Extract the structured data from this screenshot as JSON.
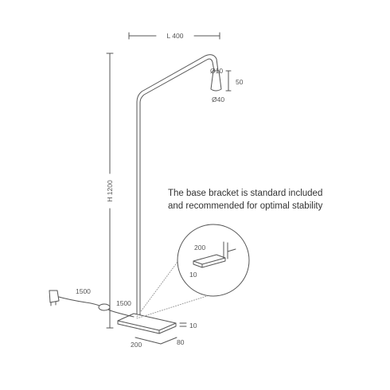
{
  "labels": {
    "length": "L 400",
    "height": "H 1200",
    "diameter_top": "Ø10",
    "diameter_head": "Ø40",
    "head_height": "50",
    "cable_1": "1500",
    "cable_2": "1500",
    "base_thickness": "10",
    "base_width": "200",
    "base_depth": "80",
    "bracket_height": "200",
    "bracket_thickness": "10"
  },
  "note": {
    "line1": "The base bracket is standard included",
    "line2": "and recommended for optimal stability"
  },
  "colors": {
    "stroke": "#555555",
    "text": "#333333"
  }
}
